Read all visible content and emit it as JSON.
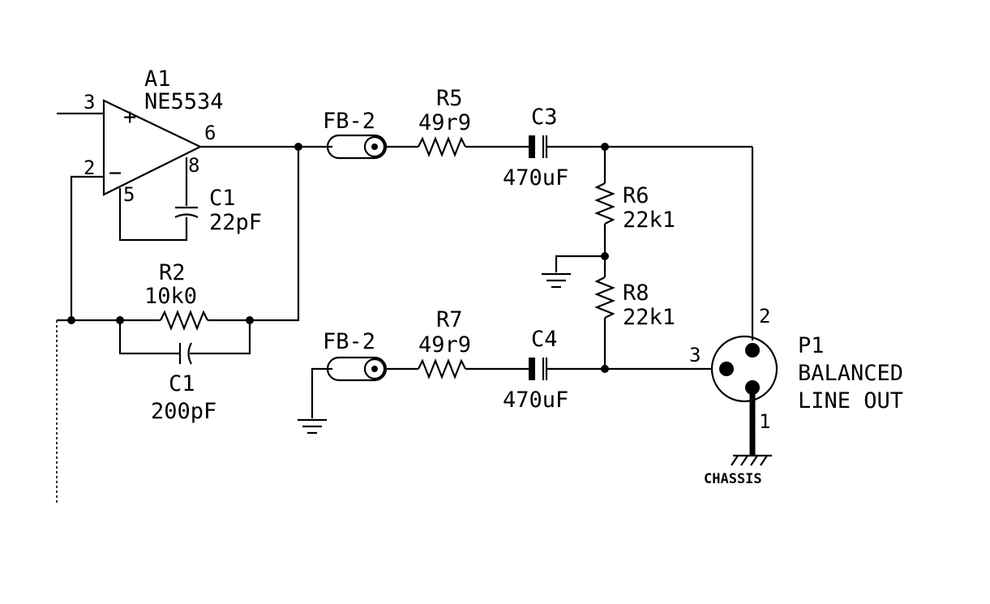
{
  "opamp": {
    "ref": "A1",
    "part": "NE5534",
    "pin_noninv": "3",
    "pin_inv": "2",
    "pin_out": "6",
    "pin_8": "8",
    "pin_5": "5",
    "plus": "+",
    "minus": "−"
  },
  "comp_cap": {
    "ref": "C1",
    "value": "22pF"
  },
  "feedback_res": {
    "ref": "R2",
    "value": "10k0"
  },
  "feedback_cap": {
    "ref": "C1",
    "value": "200pF"
  },
  "ferrite_top": {
    "ref": "FB-2"
  },
  "ferrite_bottom": {
    "ref": "FB-2"
  },
  "r5": {
    "ref": "R5",
    "value": "49r9"
  },
  "r7": {
    "ref": "R7",
    "value": "49r9"
  },
  "c3": {
    "ref": "C3",
    "value": "470uF"
  },
  "c4": {
    "ref": "C4",
    "value": "470uF"
  },
  "r6": {
    "ref": "R6",
    "value": "22k1"
  },
  "r8": {
    "ref": "R8",
    "value": "22k1"
  },
  "connector": {
    "ref": "P1",
    "line1": "BALANCED",
    "line2": "LINE OUT",
    "pin_hot": "2",
    "pin_cold": "3",
    "pin_ground": "1"
  },
  "chassis": {
    "label": "CHASSIS"
  }
}
